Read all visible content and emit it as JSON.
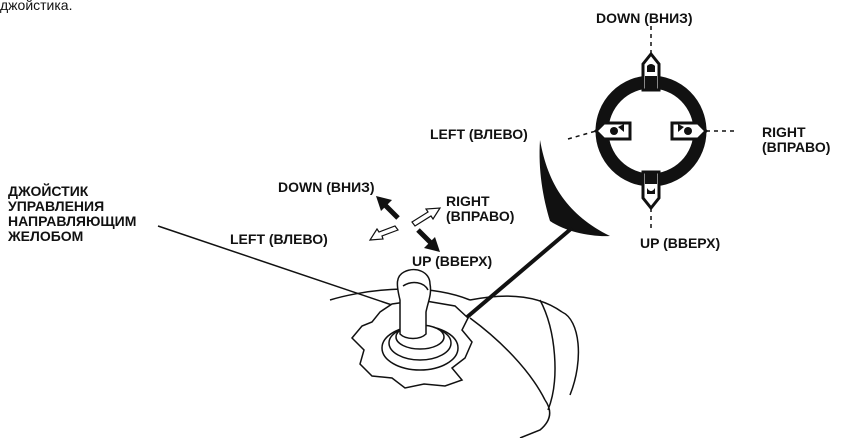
{
  "caption": "джойстика.",
  "joystick_label": "ДЖОЙСТИК\nУПРАВЛЕНИЯ\nНАПРАВЛЯЮЩИМ\nЖЕЛОБОМ",
  "small_diagram": {
    "down": "DOWN (ВНИЗ)",
    "right": "RIGHT\n(ВПРАВО)",
    "left": "LEFT (ВЛЕВО)",
    "up": "UP (ВВЕРХ)"
  },
  "large_diagram": {
    "down": "DOWN (ВНИЗ)",
    "right": "RIGHT\n(ВПРАВО)",
    "left": "LEFT (ВЛЕВО)",
    "up": "UP (ВВЕРХ)"
  },
  "colors": {
    "ink": "#111111",
    "background": "#ffffff"
  },
  "icons": [
    "chute-down-icon",
    "chute-up-icon",
    "chute-left-icon",
    "chute-right-icon"
  ]
}
